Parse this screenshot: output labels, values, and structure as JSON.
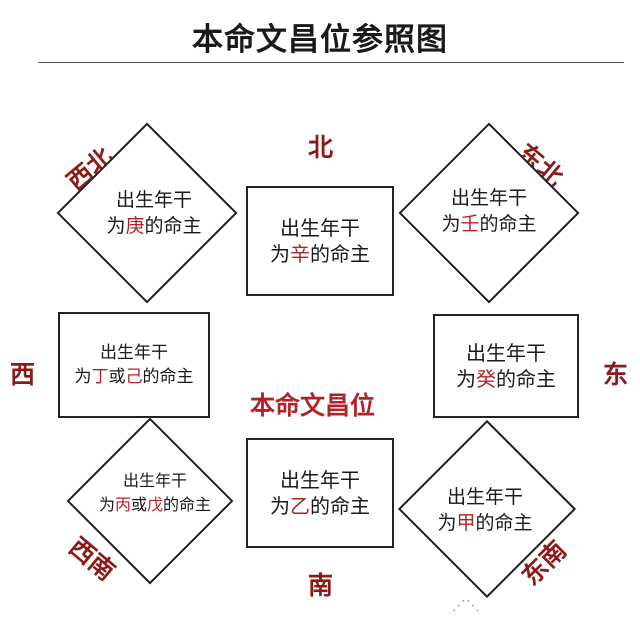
{
  "title": "本命文昌位参照图",
  "center": "本命文昌位",
  "directions": {
    "north": "北",
    "south": "南",
    "east": "东",
    "west": "西",
    "northwest": "西北",
    "northeast": "东北",
    "southwest": "西南",
    "southeast": "东南"
  },
  "cells": {
    "north": {
      "line1": "出生年干",
      "pre": "为",
      "stem": "辛",
      "post": "的命主"
    },
    "south": {
      "line1": "出生年干",
      "pre": "为",
      "stem": "乙",
      "post": "的命主"
    },
    "east": {
      "line1": "出生年干",
      "pre": "为",
      "stem": "癸",
      "post": "的命主"
    },
    "west": {
      "line1": "出生年干",
      "pre": "为",
      "stem": "丁",
      "mid": "或",
      "stem2": "己",
      "post": "的命主"
    },
    "northwest": {
      "line1": "出生年干",
      "pre": "为",
      "stem": "庚",
      "post": "的命主"
    },
    "northeast": {
      "line1": "出生年干",
      "pre": "为",
      "stem": "壬",
      "post": "的命主"
    },
    "southwest": {
      "line1": "出生年干",
      "pre": "为",
      "stem": "丙",
      "mid": "或",
      "stem2": "戊",
      "post": "的命主"
    },
    "southeast": {
      "line1": "出生年干",
      "pre": "为",
      "stem": "甲",
      "post": "的命主"
    }
  },
  "colors": {
    "highlight": "#b0232a",
    "direction": "#8b1a1a",
    "border": "#222222"
  },
  "watermark": "⋰⋱"
}
